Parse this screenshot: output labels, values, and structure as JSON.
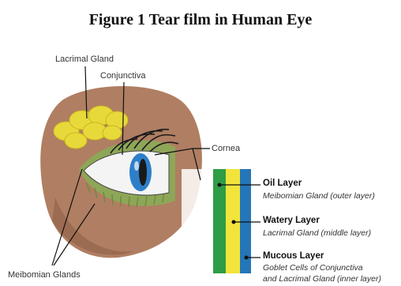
{
  "figure": {
    "title": "Figure 1 Tear film in Human Eye"
  },
  "labels": {
    "lacrimal_gland": "Lacrimal Gland",
    "conjunctiva": "Conjunctiva",
    "cornea": "Cornea",
    "meibomian_glands": "Meibomian Glands"
  },
  "layers": [
    {
      "name": "Oil Layer",
      "source": "Meibomian Gland (outer layer)",
      "color": "#2e9d46"
    },
    {
      "name": "Watery Layer",
      "source": "Lacrimal Gland (middle layer)",
      "color": "#f2e43a"
    },
    {
      "name": "Mucous Layer",
      "source_line1": "Goblet Cells of Conjunctiva",
      "source_line2": "and Lacrimal Gland (inner layer)",
      "color": "#2576b8"
    }
  ]
}
